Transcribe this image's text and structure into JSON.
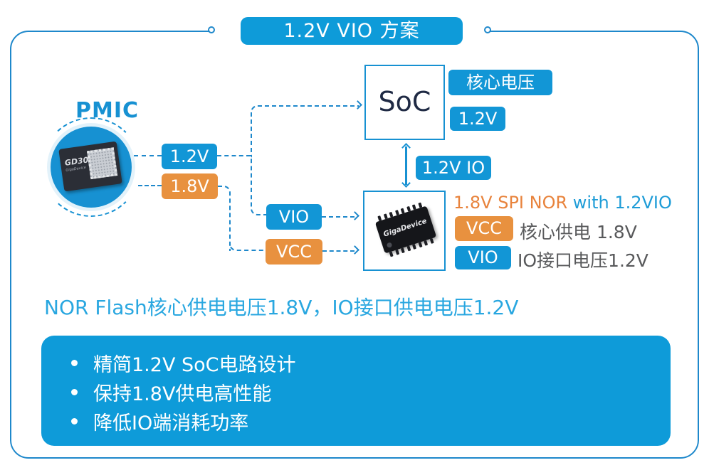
{
  "header": {
    "title": "1.2V VIO 方案"
  },
  "colors": {
    "accent_blue": "#0E9BD9",
    "accent_orange": "#E8913F",
    "line_blue": "#1E88CB",
    "light_blue_text": "#29A7E0",
    "dark_navy": "#1F2A44",
    "gray_text": "#58595B"
  },
  "pmic": {
    "label": "PMIC",
    "chip_model": "GD30",
    "chip_brand": "GigaDevice",
    "outputs": [
      {
        "label": "1.2V",
        "color": "blue"
      },
      {
        "label": "1.8V",
        "color": "orange"
      }
    ]
  },
  "wires": {
    "vio": "VIO",
    "vcc": "VCC"
  },
  "soc": {
    "label": "SoC",
    "badge_core": "核心电压",
    "badge_voltage": "1.2V"
  },
  "io_link": {
    "label": "1.2V IO"
  },
  "nor": {
    "heading_orange": "1.8V SPI NOR",
    "heading_blue": "with 1.2VIO",
    "chip_brand": "GigaDevice",
    "rows": [
      {
        "badge": "VCC",
        "desc": "核心供电 1.8V"
      },
      {
        "badge": "VIO",
        "desc": "IO接口电压1.2V"
      }
    ]
  },
  "note": {
    "text": "NOR Flash核心供电电压1.8V，IO接口供电电压1.2V"
  },
  "bottom_box": {
    "bullets": [
      "精简1.2V SoC电路设计",
      "保持1.8V供电高性能",
      "降低IO端消耗功率"
    ]
  }
}
